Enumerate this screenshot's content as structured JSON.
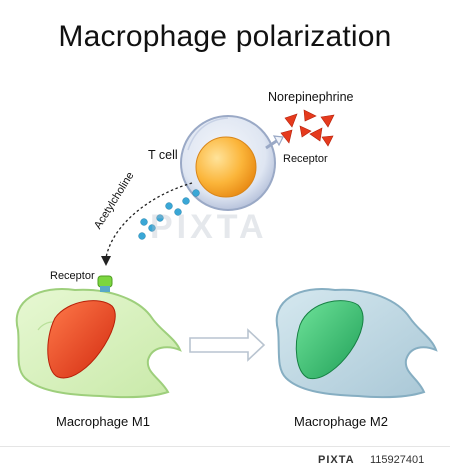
{
  "title": "Macrophage polarization",
  "labels": {
    "norepinephrine": "Norepinephrine",
    "t_cell": "T cell",
    "receptor_top": "Receptor",
    "acetylcholine": "Acetylcholine",
    "receptor_left": "Receptor",
    "macrophage_m1": "Macrophage M1",
    "macrophage_m2": "Macrophage M2"
  },
  "watermark": "PIXTA",
  "footer": {
    "brand": "PIXTA",
    "id": "115927401"
  },
  "colors": {
    "m1_nucleus": "#e8431f",
    "m2_nucleus": "#2fbf6a",
    "t_cell_nucleus": "#f5a623",
    "norepinephrine": "#e53a1d",
    "acetylcholine": "#3aa7d6",
    "receptor_green": "#7cd640"
  }
}
